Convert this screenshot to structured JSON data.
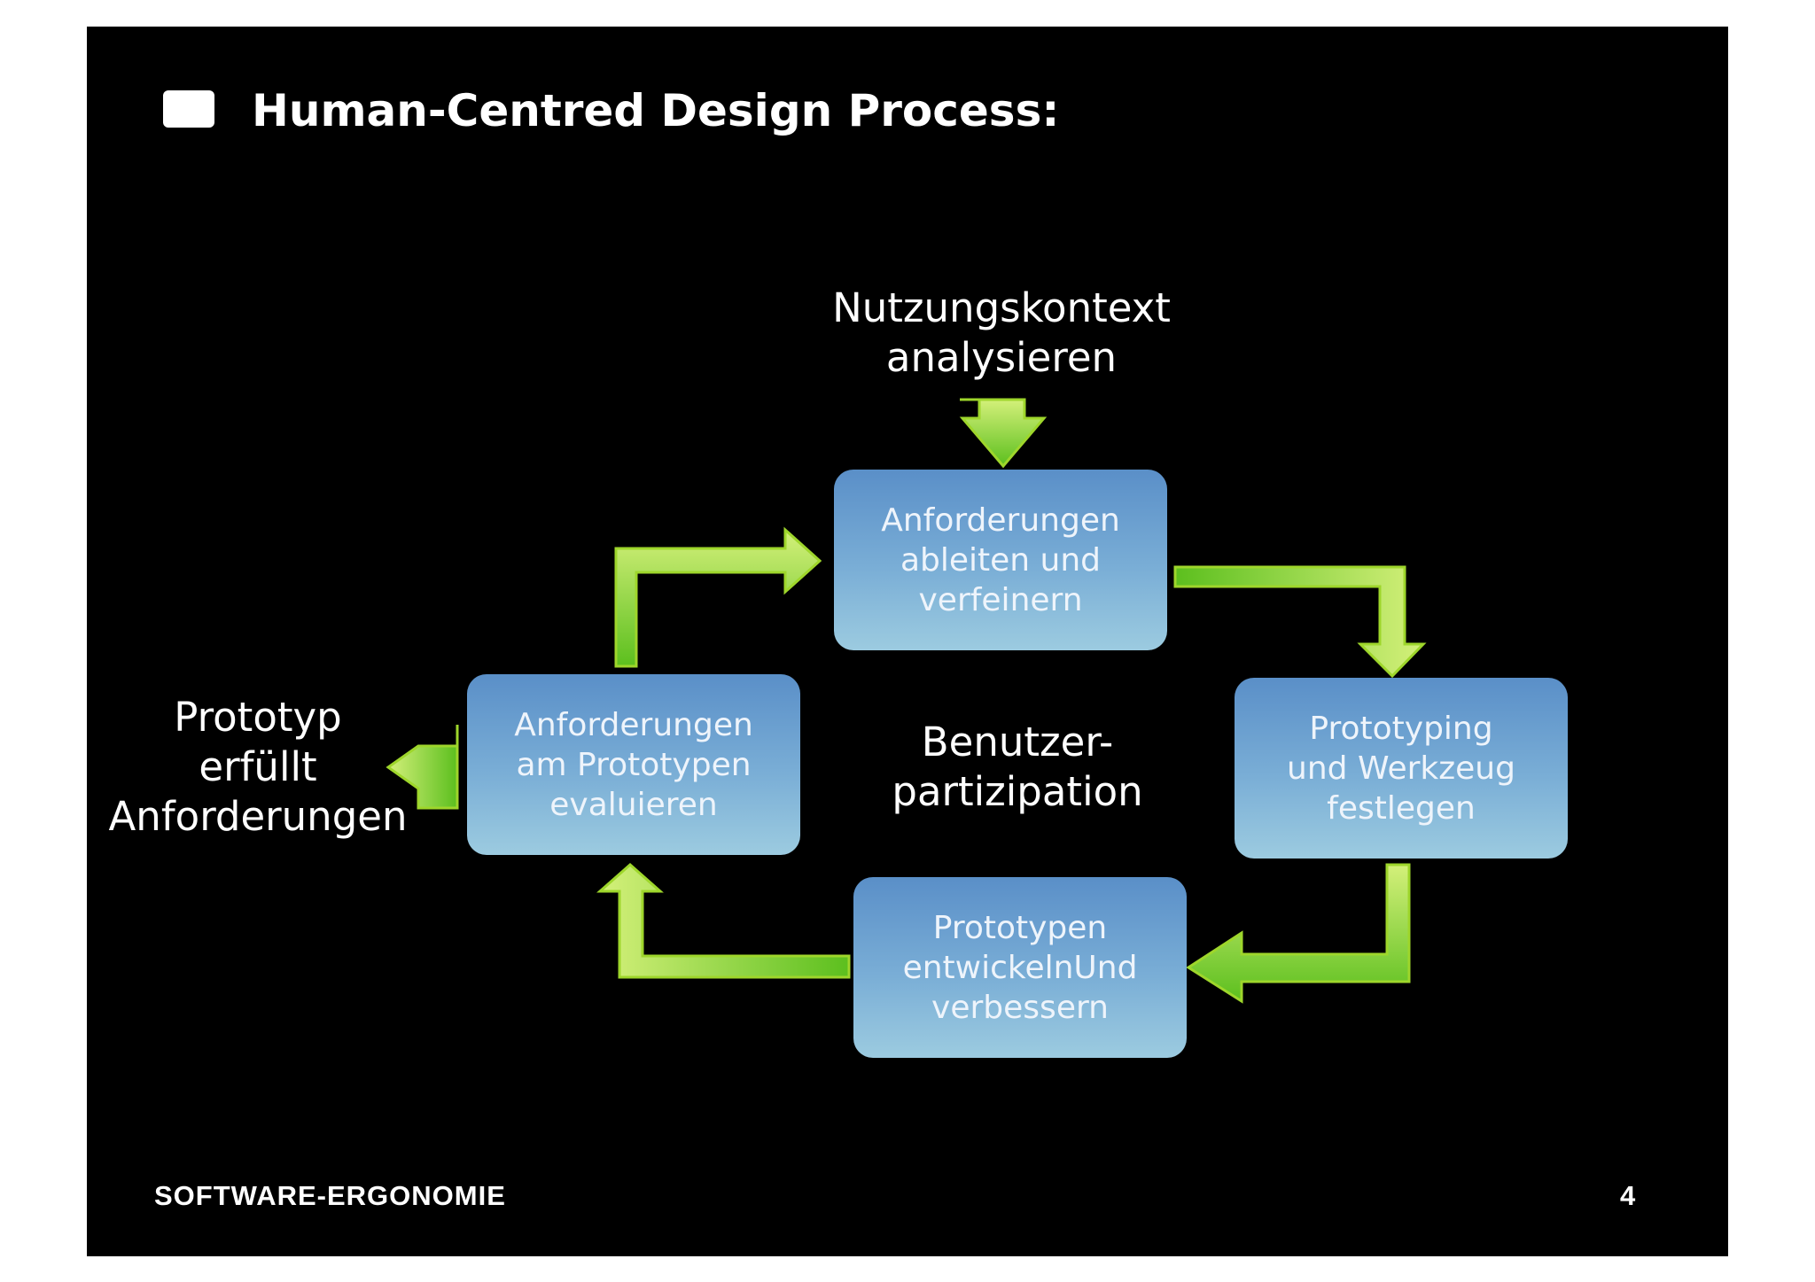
{
  "slide": {
    "title": "Human-Centred Design Process:",
    "footer_left": "SOFTWARE-ERGONOMIE",
    "page_number": "4"
  },
  "diagram": {
    "top_label": "Nutzungskontext\nanalysieren",
    "center_label": "Benutzer-\npartizipation",
    "left_label": "Prototyp\nerfüllt\nAnforderungen",
    "boxes": {
      "derive": "Anforderungen\nableiten und\nverfeinern",
      "prototyping": "Prototyping\nund Werkzeug\nfestlegen",
      "develop": "Prototypen\nentwickelnUnd\nverbessern",
      "evaluate": "Anforderungen\nam Prototypen\nevaluieren"
    }
  },
  "colors": {
    "background": "#000000",
    "arrow_light": "#d4f07a",
    "arrow_dark": "#5cbf1e",
    "box_top": "#5a8fc8",
    "box_bottom": "#9ccbe0"
  }
}
